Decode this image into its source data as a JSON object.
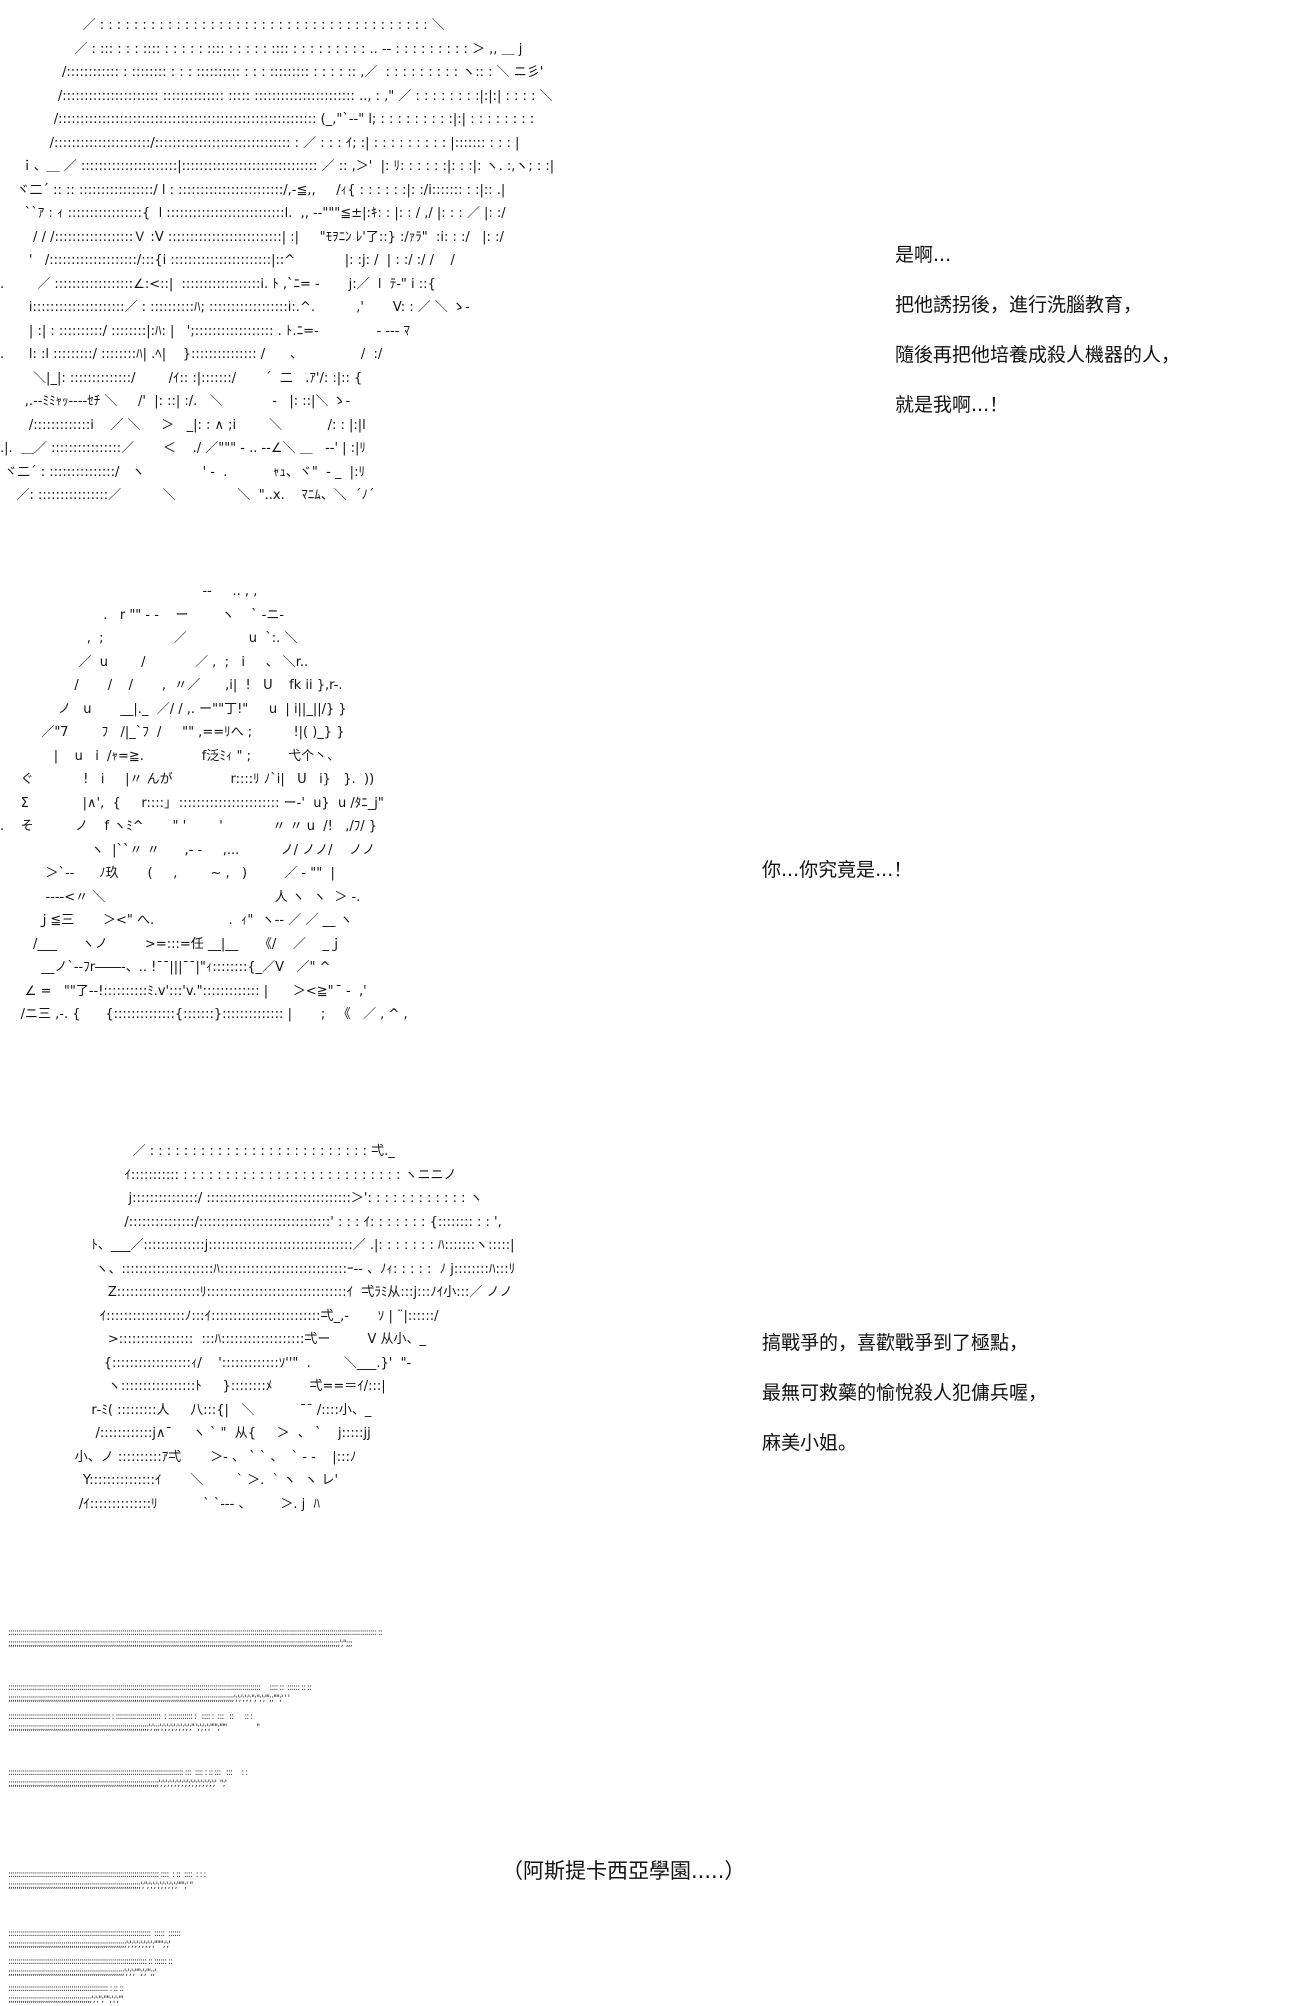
{
  "panels": [
    {
      "aa": "                    ／ : : : : : : : : : : : : : : : : : : : : : : : : : : : : : : : : : : : : : : : ＼\n                  ／ : ::: : : : :::: : : : : : :::: : : : : : :::: : : : : : : : : : .. -‐ : : : : : : : : : ＞ ,, ＿ j\n               /:::::::::::: : :::::::: : : : :::::::::: : : : ::::::::: : : : : :: ,／  : : : : : : : : : ヽ:: : ＼ ニ彡'\n              /:::::::::::::::::::::: :::::::::::::: ::::: ::::::::::::::::::::::: .., : ,\" ／ : : : : : : : :|:|:| : : : : ＼\n             /::::::::::::::::::::::::::::::::::::::::::::::::::::::::::: (_,\"`‐-\" l; : : : : : : : : :|:| : : : : : : : :\n            /::::::::::::::::::::::/::::::::::::::::::::::::::::::: : ／ : : : ｲ; :| : : : : : : : : : |::::::: : : : |\n     ｉ、＿ ／ ::::::::::::::::::::::|::::::::::::::::::::::::::::::: ／ :: ,＞'  |: ﾘ: : : : : :|: : :|: ヽ. :,ヽ; : :|\n    ヾ二´ :: :: :::::::::::::::::/ l : ::::::::::::::::::::::::/,-≦,,     /ｨ{ : : : : : :|: :/i::::::: : :|:: .|\n      ``ｱ : ｨ :::::::::::::::::{  l :::::::::::::::::::::::::::l.  ,, -‐\"\"\"≦±|:ｷ: : |: : / ,/ |: : : ／ |: :/\n        / / /::::::::::::::::::Ｖ :V ::::::::::::::::::::::::::| :|     \"ﾓｦﾆﾝ ﾚ'了::} :/ｧﾗ\"  :i: : :/   |: :/\n       '   /::::::::::::::::::::/:::{i :::::::::::::::::::::::|::^            |: :j: /  | : :/ :/ /    /\n.        ／ ::::::::::::::::::∠:<::|  ::::::::::::::::::i. ﾄ ,`ﾆ= -       j:／  l  ﾃ-\" i ::{\n       i:::::::::::::::::::::／ : ::::::::::ﾊ; ::::::::::::::::::i:.^.          ,'       V: : ／ ＼ ゝ-\n       | :| : ::::::::::/ ::::::::|:ﾊ: |   ';:::::::::::::::::: . ﾄ.ﾆ=-              - --- ﾏ\n.      l: :l :::::::::/ ::::::::ﾊ| .ﾍ|    }::::::::::::::: /      、              /  :/\n        ＼|_|: ::::::::::::::/        /ｲ:: :|:::::::/       ´  二   .ｱ'/: :|:: {\n      ,.--ﾐﾐｬｯ----ｾﾁ ＼     /'  |: ::| :/.   ＼            -   |: ::|＼ ゝ-\n       /:::::::::::::i    ／ ＼     ＞   _|: : ∧ ;i        ＼           /: : |:|l\n.|.  ＿／ ::::::::::::::::／       ＜    ./ ／\"\"\" - .. --∠＼ ＿   -‐' | :|ﾘ\n ヾ二´ : :::::::::::::::/   ヽ              ' -  .           ｬｭ、ヾ\"  - _  |:ﾘ\n    ／: ::::::::::::::::／          ＼               ＼  \"..x.    ﾏﾆﾑ、＼  ´ﾉ´",
      "dialogue": [
        "是啊...",
        "把他誘拐後，進行洗腦教育，",
        "隨後再把他培養成殺人機器的人，",
        "就是我啊...！"
      ]
    },
    {
      "aa": "                                                 ‐‐     .. , ,\n                         .   r \"\" - ‐    ー        ヽ    ` ‐ニ-\n                     ,  ;                 ／               u  `:. ＼\n                   ／  u        /            ／ ,  ;   i     、 ＼r..\n                  /       /    /       ,  〃／      ,i|  !   U    fk ii },r-.\n              ノ   u       __|._  ／/ / ,. ー\"\"丁!\"     u  | i||_||/} }\n          ／\"7        ﾌ   /|_`ﾌ  /     \"\" ,==ﾘへ ;          !|( )_} }\n             |    u   i  /ｬ=≧.              f泛ﾐｨ \" ;         弋个丶、\n     ぐ            !   i     |〃 んが              r::::ﾘ ﾉ`i|   U   i}   }.  ))\n     Σ             |∧',  {     r::::｣  ::::::::::::::::::::::: ー-'  u}  u /ﾀﾆ_j\"\n.    そ          ノ    f ヽﾐ^       \" '        '            〃 〃 u  /!   ,/ﾌ/ }\n                      ヽ  |``〃 〃      ,- -     ,...          ノ/ ノノ/    ノノ\n           ＞`‐-      ﾉ玖       (     ,        ~ ,   )         ／ ‐ \"\"  |\n           ‐--‐<〃 ＼                                         人 ヽ  ヽ  ＞ -.\n         ｊ≦三       ＞<\" へ.                  .  ｨ\"  ヽ‐‐ ／ ／ __ ヽ\n        /___      ヽノ         >=:::=任 __|__     《/    ／    _ｊ\n          __ノ`‐‐ﾌr――-、.. !¯¯|||¯¯|\"ｨ::::::::{_／V   ／\" ^\n      ∠ =   \"\"了‐‐!::::::::::ﾐ.v':::'v.\"::::::::::::: |      ＞<≧\"  ̄ -  ,'\n     /ニ三 ,-. {      {::::::::::::::{:::::::}:::::::::::::: |       ;   《   ／ , ^ ,",
      "dialogue": [
        "你...你究竟是...！"
      ]
    },
    {
      "aa": "                    ／ : : : : : : : : : : : : : : : : : : : : : : : : : : 弌._\n                  ｲ::::::::::: : : : : : : : : : : : : : : : : : : : : : : : : : : ヽニニノ\n                   j:::::::::::::::/ :::::::::::::::::::::::::::::::::＞': : : : : : : : : : : : ヽ\n                  /:::::::::::::::/::::::::::::::::::::::::::::::' : : : ｲ: : : : : : : {:::::::: : : ',\n          ﾄ、___／::::::::::::::j:::::::::::::::::::::::::::::::::／ .|: : : : : : : ﾊ:::::::ヽ:::::|\n           ヽ、:::::::::::::::::::::ﾊ:::::::::::::::::::::::::::::ｰ‐‐ 、ﾉｨ: : : : :  ﾉ j::::::::ﾊ:::ﾘ\n              Z:::::::::::::::::::ﾘ::::::::::::::::::::::::::::::::ｲ  弌ﾗﾐ从:::j:::ﾉｲ小:::／ ノノ\n            ｲ::::::::::::::::::ﾉ:::ｲ:::::::::::::::::::::::::弌_,-       ｿ | ¨|::::::/\n              >:::::::::::::::::  :::ﾊ:::::::::::::::::::弌ー         V 从小、_\n             {::::::::::::::::::ｨ/    ':::::::::::::ｿ''\"  .        ＼___.}'  \"-\n              ヽ:::::::::::::::::ﾄ     }::::::::ﾒ         弌==＝ｲ/:::|\n          r‐ﾐ( :::::::::人     八:::{|   ＼           ¯¯ /::::小、_\n           /::::::::::::j∧¯     ヽ ` \"  从{     ＞  、 `    j:::::jj\n      小、ノ ::::::::::ｱ弌       ＞- 、 ` ` 、  ` - ‐    |:::ﾉ\n        Y:::::::::::::::ｲ       ＼        ` ＞.  ` ヽ  ヽ レ'\n       /ｲ::::::::::::::ﾘ           ` `‐‐‐ 、       ＞. j  ﾊ",
      "dialogue": [
        "搞戰爭的，喜歡戰爭到了極點，",
        "最無可救藥的愉悅殺人犯傭兵喔，",
        "麻美小姐。"
      ]
    }
  ],
  "dot_rows": [
    "::::::::::::::::::::::::::::::::::::::::::::::::::::::::::::::::::::::::::::::::::::::::::::::::::::::::::::::::::::::::::::::::::::::::::::::::::::::::::::::::::::::::::::::::::::: ::\n;;;;;;;;;;;;;;;;;;;;;;;;;;;;;;;;;;;;;;;;;;;;;;;;;;;;;;;;;;;;;;;;;;;;;;;;;;;;;;;;;;;;;;;;;;;;;;;;;;;;;;;;;;;;;;;;;;;;;;;;;;;;;;;;;;;;;;;;;;;;;;;;;;;;;;;;;;;;;;;;;;;';'';;;",
    "::::::::::::::::::::::::::::::::::::::::::::::::::::::::::::::::::::::::::::::::::::::::::::::::::::::::::::::::::::::::::::     :::: ::  :::::: :: ::\n;;;;;;;;;;;;;;;;;;;;;;;;;;;;;;;;;;;;;;;;;;;;;;;;;;;;;;;;;;;;;;;;;;;;;;;;;;;;;;;;;;;;;;;;;;;;;;;;;;;;;;;;;;;;;;;';';';';';'';'';';''';;'''';' ' '",
    ":::::::::::::::::::::::::::::::::::::::::::::::::: : ::::::::::::::::::::::  : :::::::::::: :   :::: :  :::   ::      :: :\n;;;;;;;;;;;;;;;;;;;;;;;;;;;;;;;;;;;;;;;;;;;;;;;;;;;;;;;;;;;;;;;;;;;;;';';;;';';';';';';';';';'' ';';';';''''';'''''                ''",
    ":::::::::::::::::::::::::::::::::::::::::::::::::::::::::::::::::::::::::::::::::::::: :::  :::: : :: :::   :::     : :\n;;;;;;;;;;;;;;;;;;;;;;;;;;;;;;;;;;;;;;;;;;;;;;;;;;;;;;;;;;;;;;;;;;;;;;;;;;';';';';';';';';';';';';';';';';'  '';'",
    ":::::::::::::::::::::::::::::::::::::::::::::::::::::::::::::::::::::::::: ::::  : ::  ::::  : : :\n;;;;;;;;;;;;;;;;;;;;;;;;;;;;;;;;;;;;;;;;;;;;;;;;;;;;;;;;;;;;;;;;;';'';';';';';';';';';''''';' ''",
    "::::::::::::::::::::::::::::::::::::::::::::::::::::::::::::::::::::::  :::::  ::::::\n;;;;;;;;;;;;;;;;;;;;;;;;;;;;;;;;;;;;;;;;;;;;;;;;;;;;;;;;;;';';';';';';';';'''''';';'",
    ":::::::::::::::::::::::::::::::::::::::::::::::::::::::::::::::::::: :: :::::: ::\n;;;;;;;;;;;;;;;;;;;;;;;;;;;;;;;;;;;;;;;;;;;;;;;;;;;;;;;;;';';';'''';';''';;'",
    "::::::::::::::::::::::::::::::::::::::::::::::::: : :: ::\n;;;;;;;;;;;;;;;;;;;;;;;;;;;;;;;;;;;;;;;;;';';'';'''';';';'''"
  ],
  "narration": "（阿斯提卡西亞學園.....）"
}
